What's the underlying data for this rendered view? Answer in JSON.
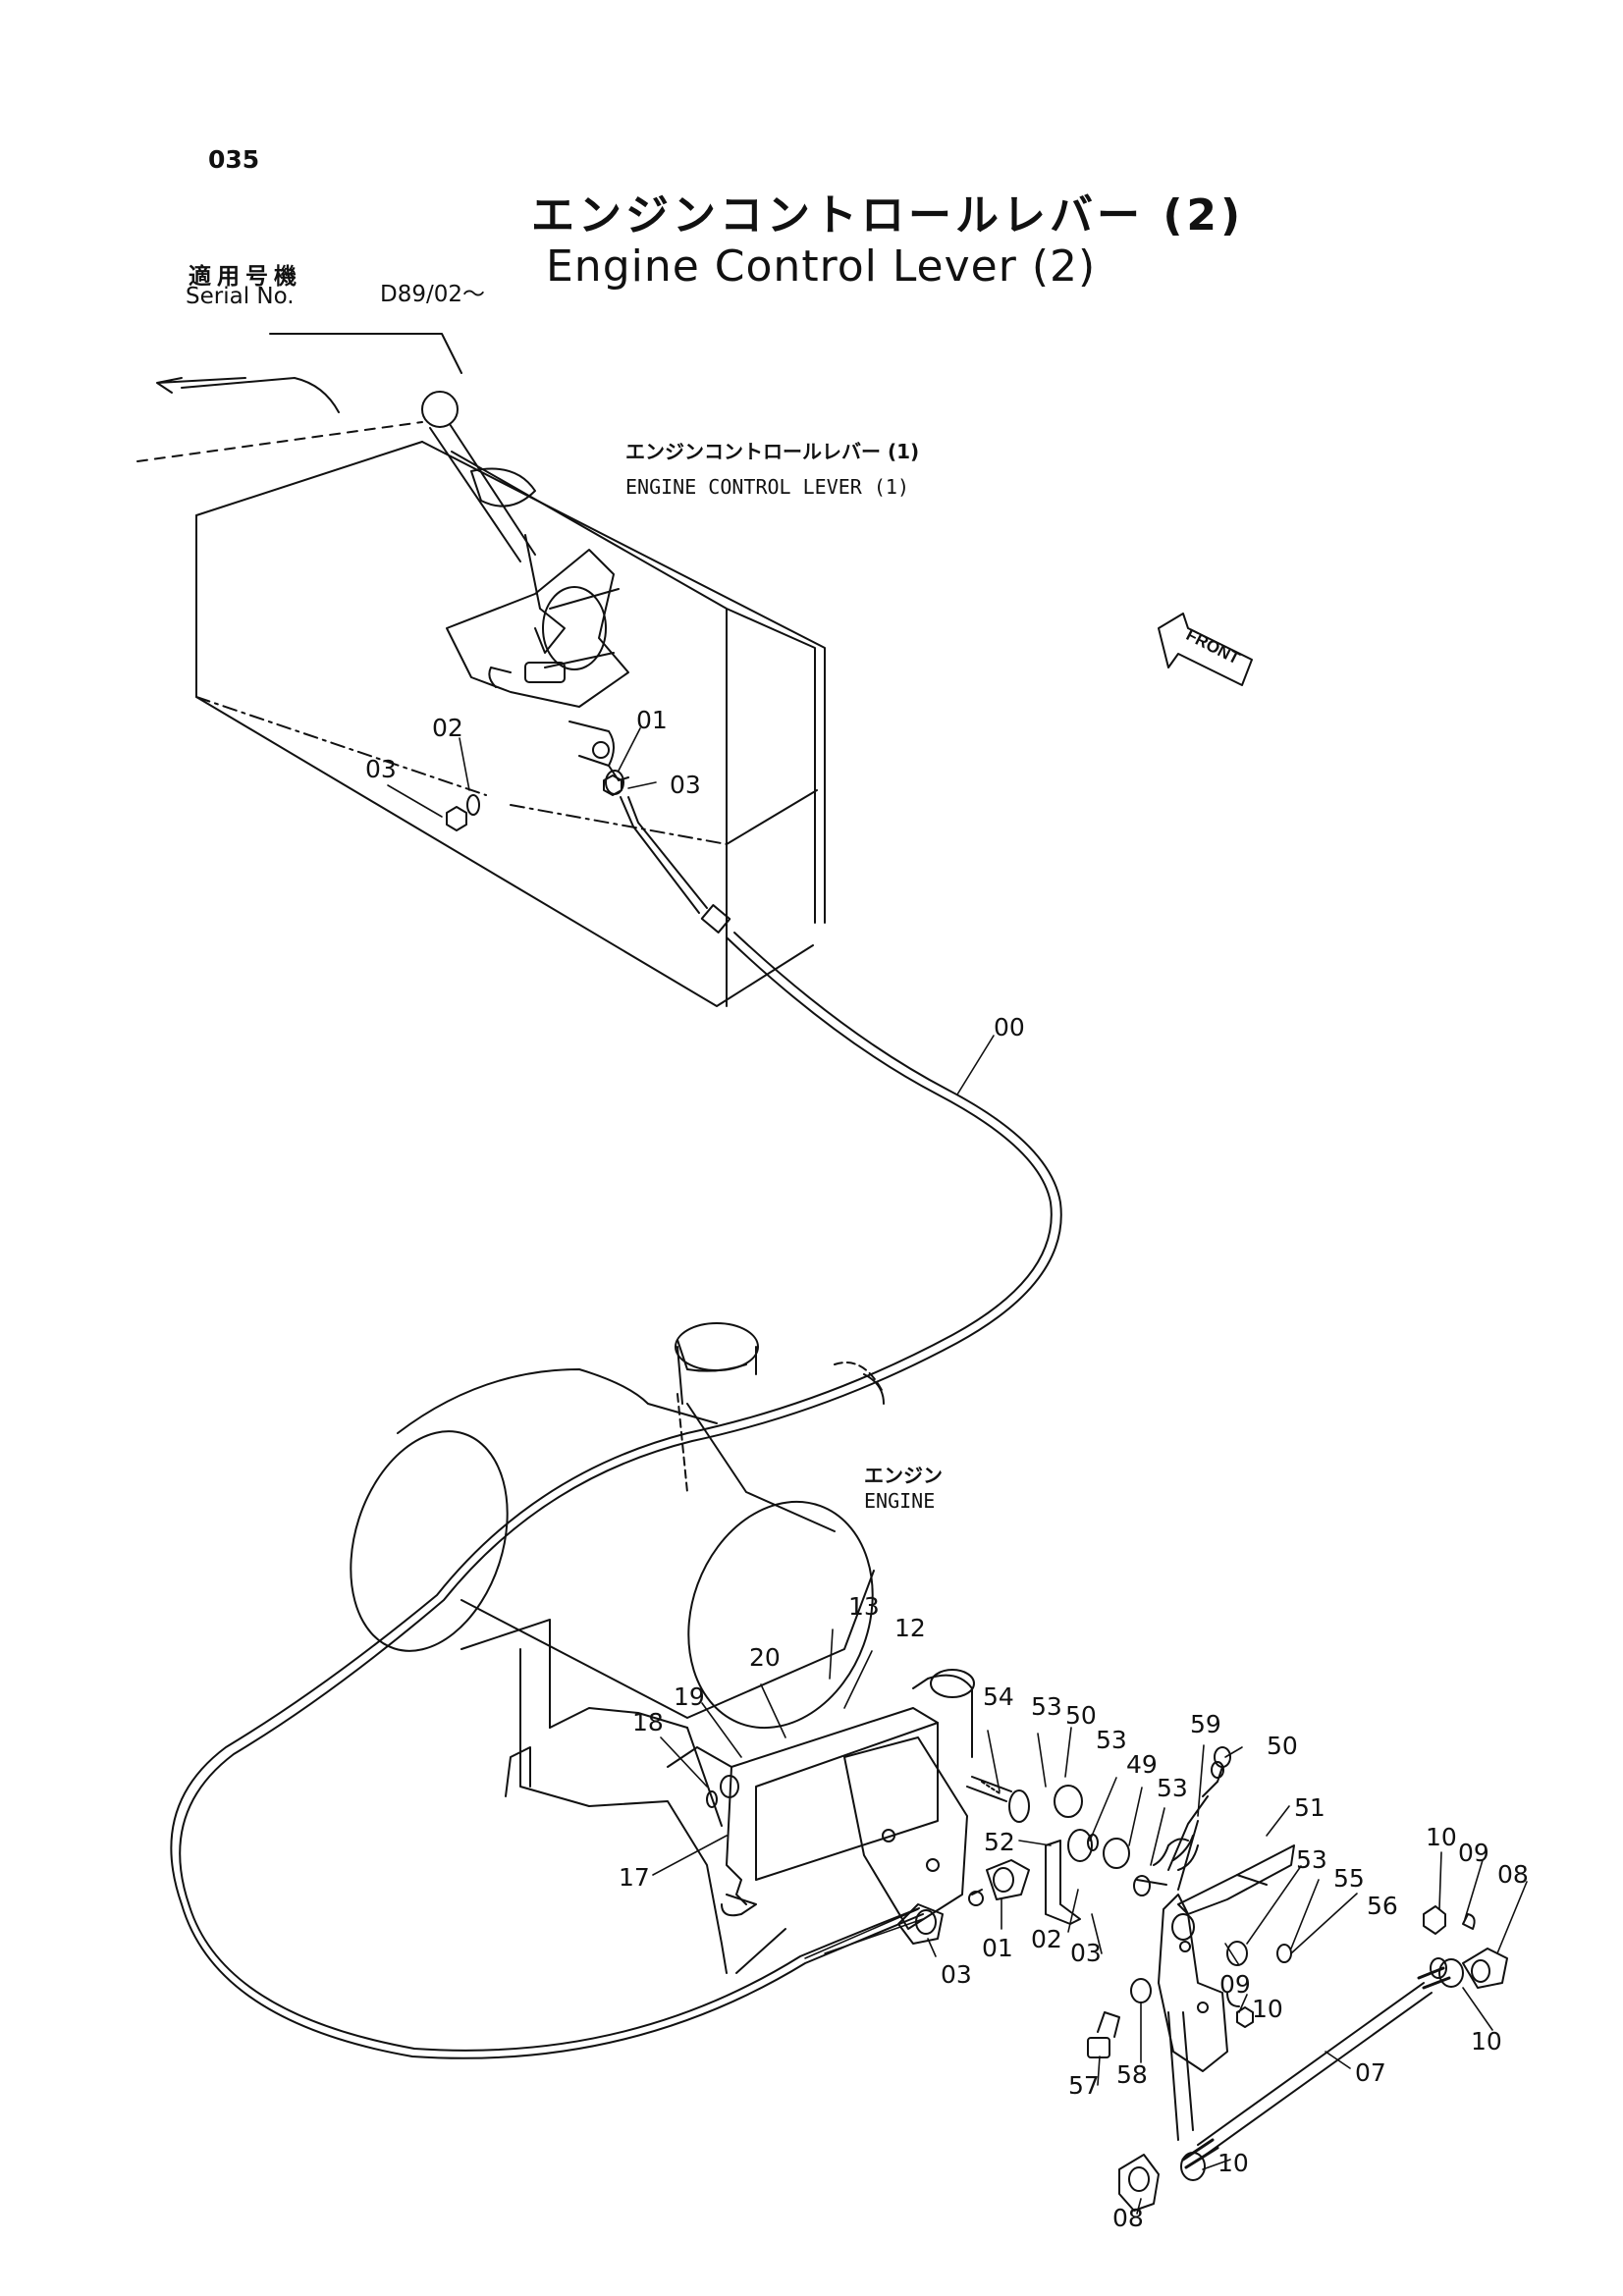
{
  "page_number": "035",
  "title": {
    "japanese": "エンジンコントロールレバー (2)",
    "english": "Engine Control Lever (2)"
  },
  "serial": {
    "label_japanese": "適用号機",
    "label_english": "Serial No.",
    "value": "D89/02～"
  },
  "references": {
    "lever1_japanese": "エンジンコントロールレバー (1)",
    "lever1_english": "ENGINE CONTROL LEVER (1)",
    "engine_japanese": "エンジン",
    "engine_english": "ENGINE"
  },
  "front_label": "FRONT",
  "callouts": {
    "upper_03a": "03",
    "upper_02": "02",
    "upper_01": "01",
    "upper_03b": "03",
    "cable_00": "00",
    "p13": "13",
    "p12": "12",
    "p20": "20",
    "p19": "19",
    "p18": "18",
    "p17": "17",
    "p54": "54",
    "p53a": "53",
    "p50a": "50",
    "p53b": "53",
    "p49": "49",
    "p53c": "53",
    "p59": "59",
    "p50b": "50",
    "p51": "51",
    "p52": "52",
    "p53d": "53",
    "p55": "55",
    "p56": "56",
    "p10a": "10",
    "p09a": "09",
    "p08a": "08",
    "p02": "02",
    "p03b": "03",
    "p03a": "03",
    "p01": "01",
    "p09b": "09",
    "p10b": "10",
    "p10c": "10",
    "p57": "57",
    "p58": "58",
    "p07": "07",
    "p10d": "10",
    "p08b": "08"
  },
  "colors": {
    "ink": "#111111",
    "paper": "#ffffff"
  }
}
